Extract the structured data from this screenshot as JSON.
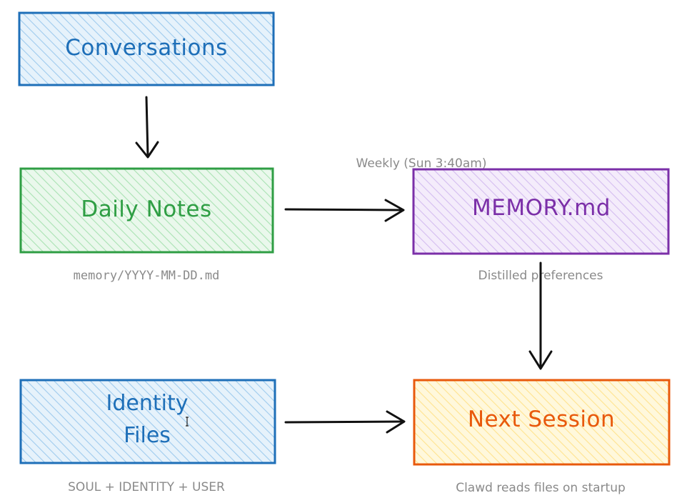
{
  "nodes": {
    "conversations": {
      "label": "Conversations",
      "stroke": "#1e6fb8",
      "fill": "#a8d1f0"
    },
    "daily_notes": {
      "label": "Daily Notes",
      "caption": "memory/YYYY-MM-DD.md",
      "stroke": "#2f9e44",
      "fill": "#b2e6bc"
    },
    "memory_md": {
      "label": "MEMORY.md",
      "caption": "Distilled preferences",
      "stroke": "#7b2fa8",
      "fill": "#d7bff0"
    },
    "identity_files": {
      "label_line1": "Identity",
      "label_line2": "Files",
      "caption": "SOUL + IDENTITY + USER",
      "stroke": "#1e6fb8",
      "fill": "#a8d1f0"
    },
    "next_session": {
      "label": "Next Session",
      "caption": "Clawd reads files on startup",
      "stroke": "#e8590c",
      "fill": "#ffe8a0"
    }
  },
  "edges": {
    "weekly_label": "Weekly (Sun 3:40am)"
  },
  "colors": {
    "arrow": "#111111",
    "caption": "#8a8a8a"
  }
}
